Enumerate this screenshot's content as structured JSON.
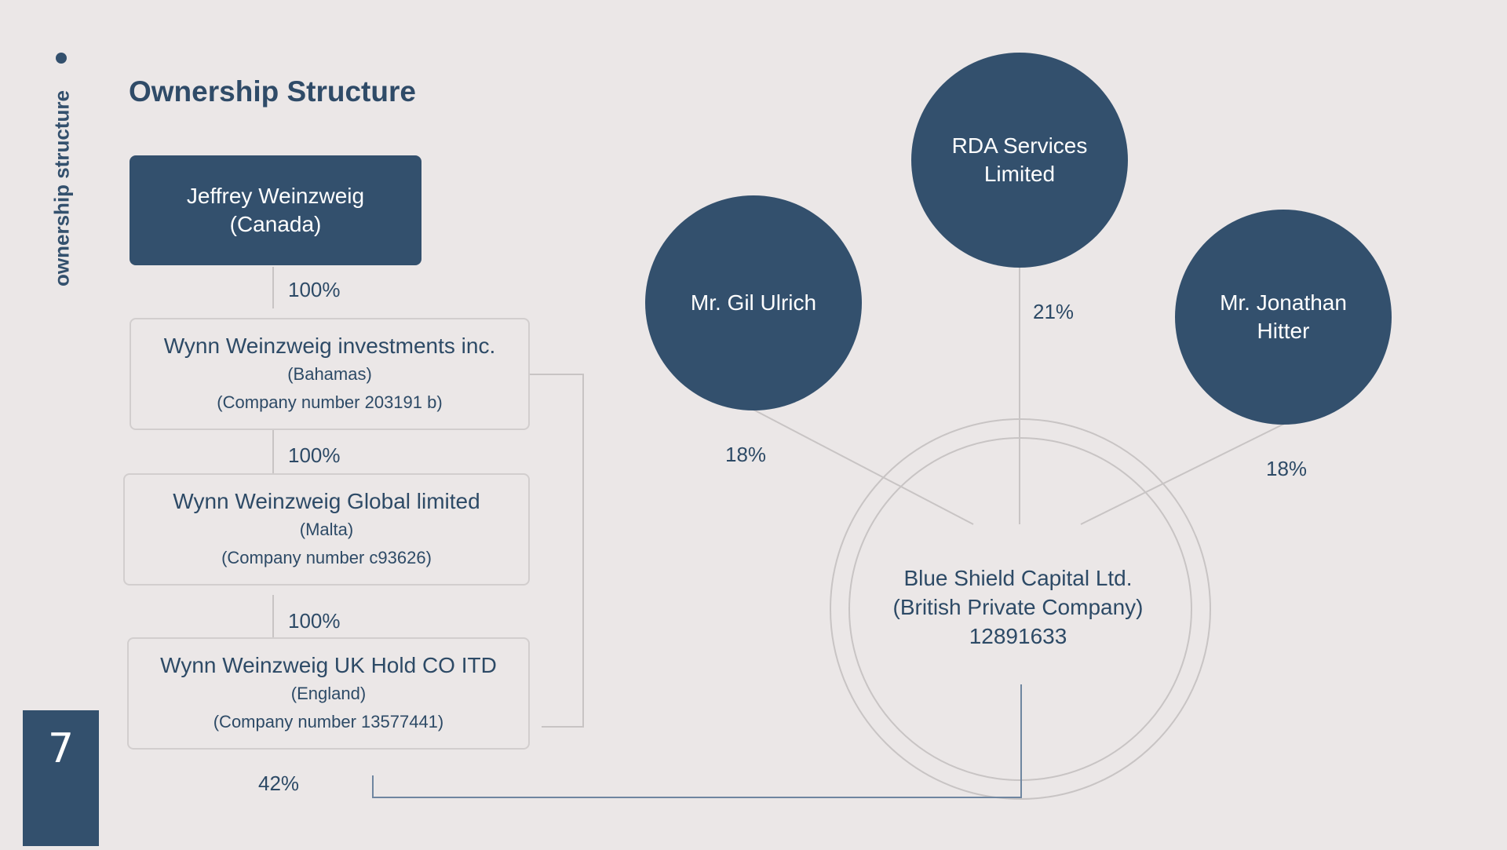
{
  "sidebar": {
    "section_label": "ownership structure"
  },
  "page": {
    "number": "7",
    "title": "Ownership Structure"
  },
  "chain": {
    "top": {
      "name": "Jeffrey Weinzweig",
      "country": "(Canada)"
    },
    "entities": [
      {
        "name": "Wynn Weinzweig investments inc.",
        "jurisdiction": "(Bahamas)",
        "company_number": "(Company number 203191 b)"
      },
      {
        "name": "Wynn Weinzweig Global limited",
        "jurisdiction": "(Malta)",
        "company_number": "(Company number c93626)"
      },
      {
        "name": "Wynn Weinzweig UK Hold CO ITD",
        "jurisdiction": "(England)",
        "company_number": "(Company number 13577441)"
      }
    ],
    "stakes": [
      "100%",
      "100%",
      "100%"
    ],
    "stake_in_target": "42%"
  },
  "shareholders": [
    {
      "name": "Mr. Gil Ulrich",
      "stake": "18%"
    },
    {
      "name": "RDA Services Limited",
      "stake": "21%"
    },
    {
      "name": "Mr. Jonathan Hitter",
      "stake": "18%"
    }
  ],
  "target": {
    "name": "Blue Shield Capital Ltd.",
    "type": "(British Private Company)",
    "number": "12891633"
  },
  "colors": {
    "primary": "#33506d",
    "background": "#ebe7e7",
    "line": "#c8c4c4"
  }
}
